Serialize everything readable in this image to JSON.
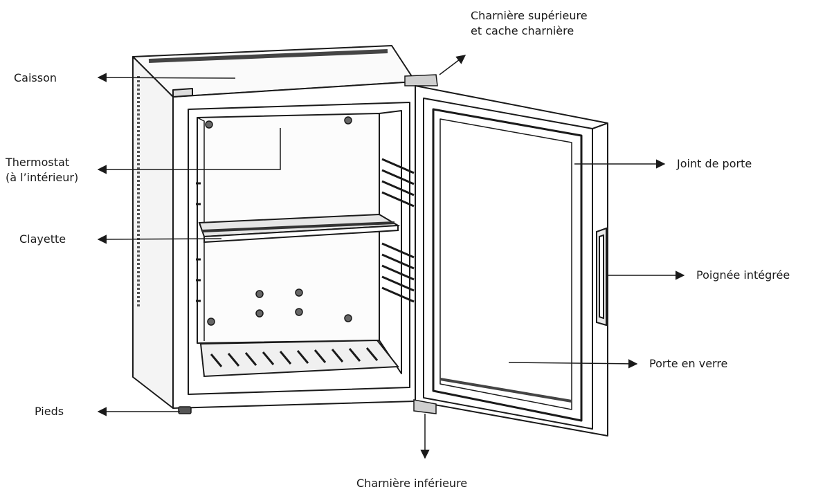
{
  "diagram": {
    "labels": {
      "caisson": "Caisson",
      "charniere_superieure_line1": "Charnière supérieure",
      "charniere_superieure_line2": "et cache charnière",
      "thermostat_line1": "Thermostat",
      "thermostat_line2": "(à l’intérieur)",
      "joint_de_porte": "Joint de porte",
      "clayette": "Clayette",
      "poignee_integree": "Poignée intégrée",
      "porte_en_verre": "Porte en verre",
      "pieds": "Pieds",
      "charniere_inferieure": "Charnière inférieure"
    },
    "colors": {
      "line": "#1a1a1a",
      "background": "#ffffff"
    }
  }
}
